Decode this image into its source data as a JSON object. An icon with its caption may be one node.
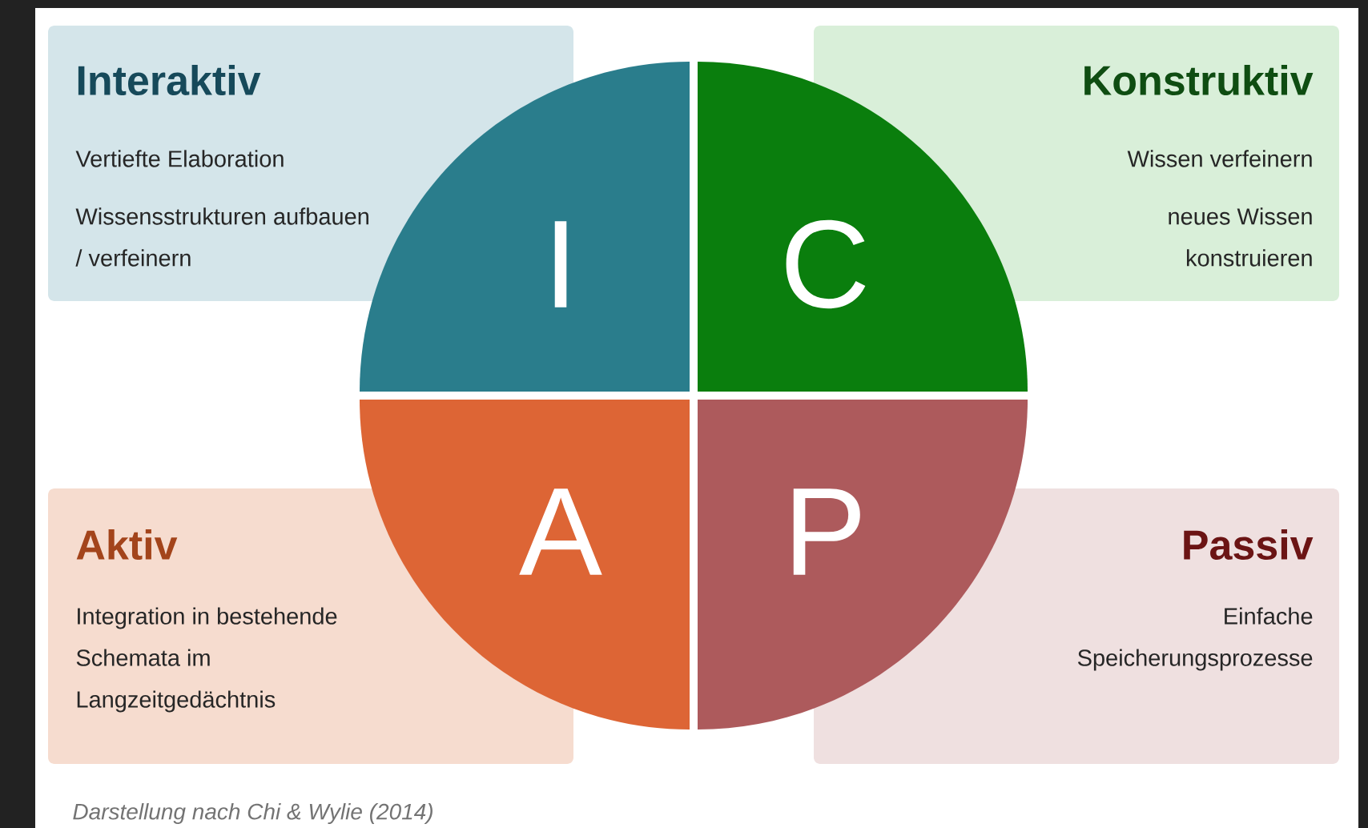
{
  "diagram": {
    "caption": "Darstellung nach Chi & Wylie (2014)",
    "nodes": [
      {
        "text": [
          "Interaktiv",
          "Vertiefte Elaboration",
          "Wissensstrukturen aufbauen / verfeinern"
        ]
      },
      {
        "text": [
          "Konstruktiv",
          "Wissen verfeinern",
          "neues Wissen konstruieren"
        ]
      },
      {
        "text": [
          "I"
        ]
      },
      {
        "text": [
          "C"
        ]
      },
      {
        "text": [
          "A"
        ]
      },
      {
        "text": [
          "P"
        ]
      },
      {
        "text": [
          "Aktiv",
          "Integration in bestehende Schemata im Langzeitgedächtnis"
        ]
      },
      {
        "text": [
          "Passiv",
          "Einfache Speicherungsprozesse"
        ]
      }
    ]
  }
}
